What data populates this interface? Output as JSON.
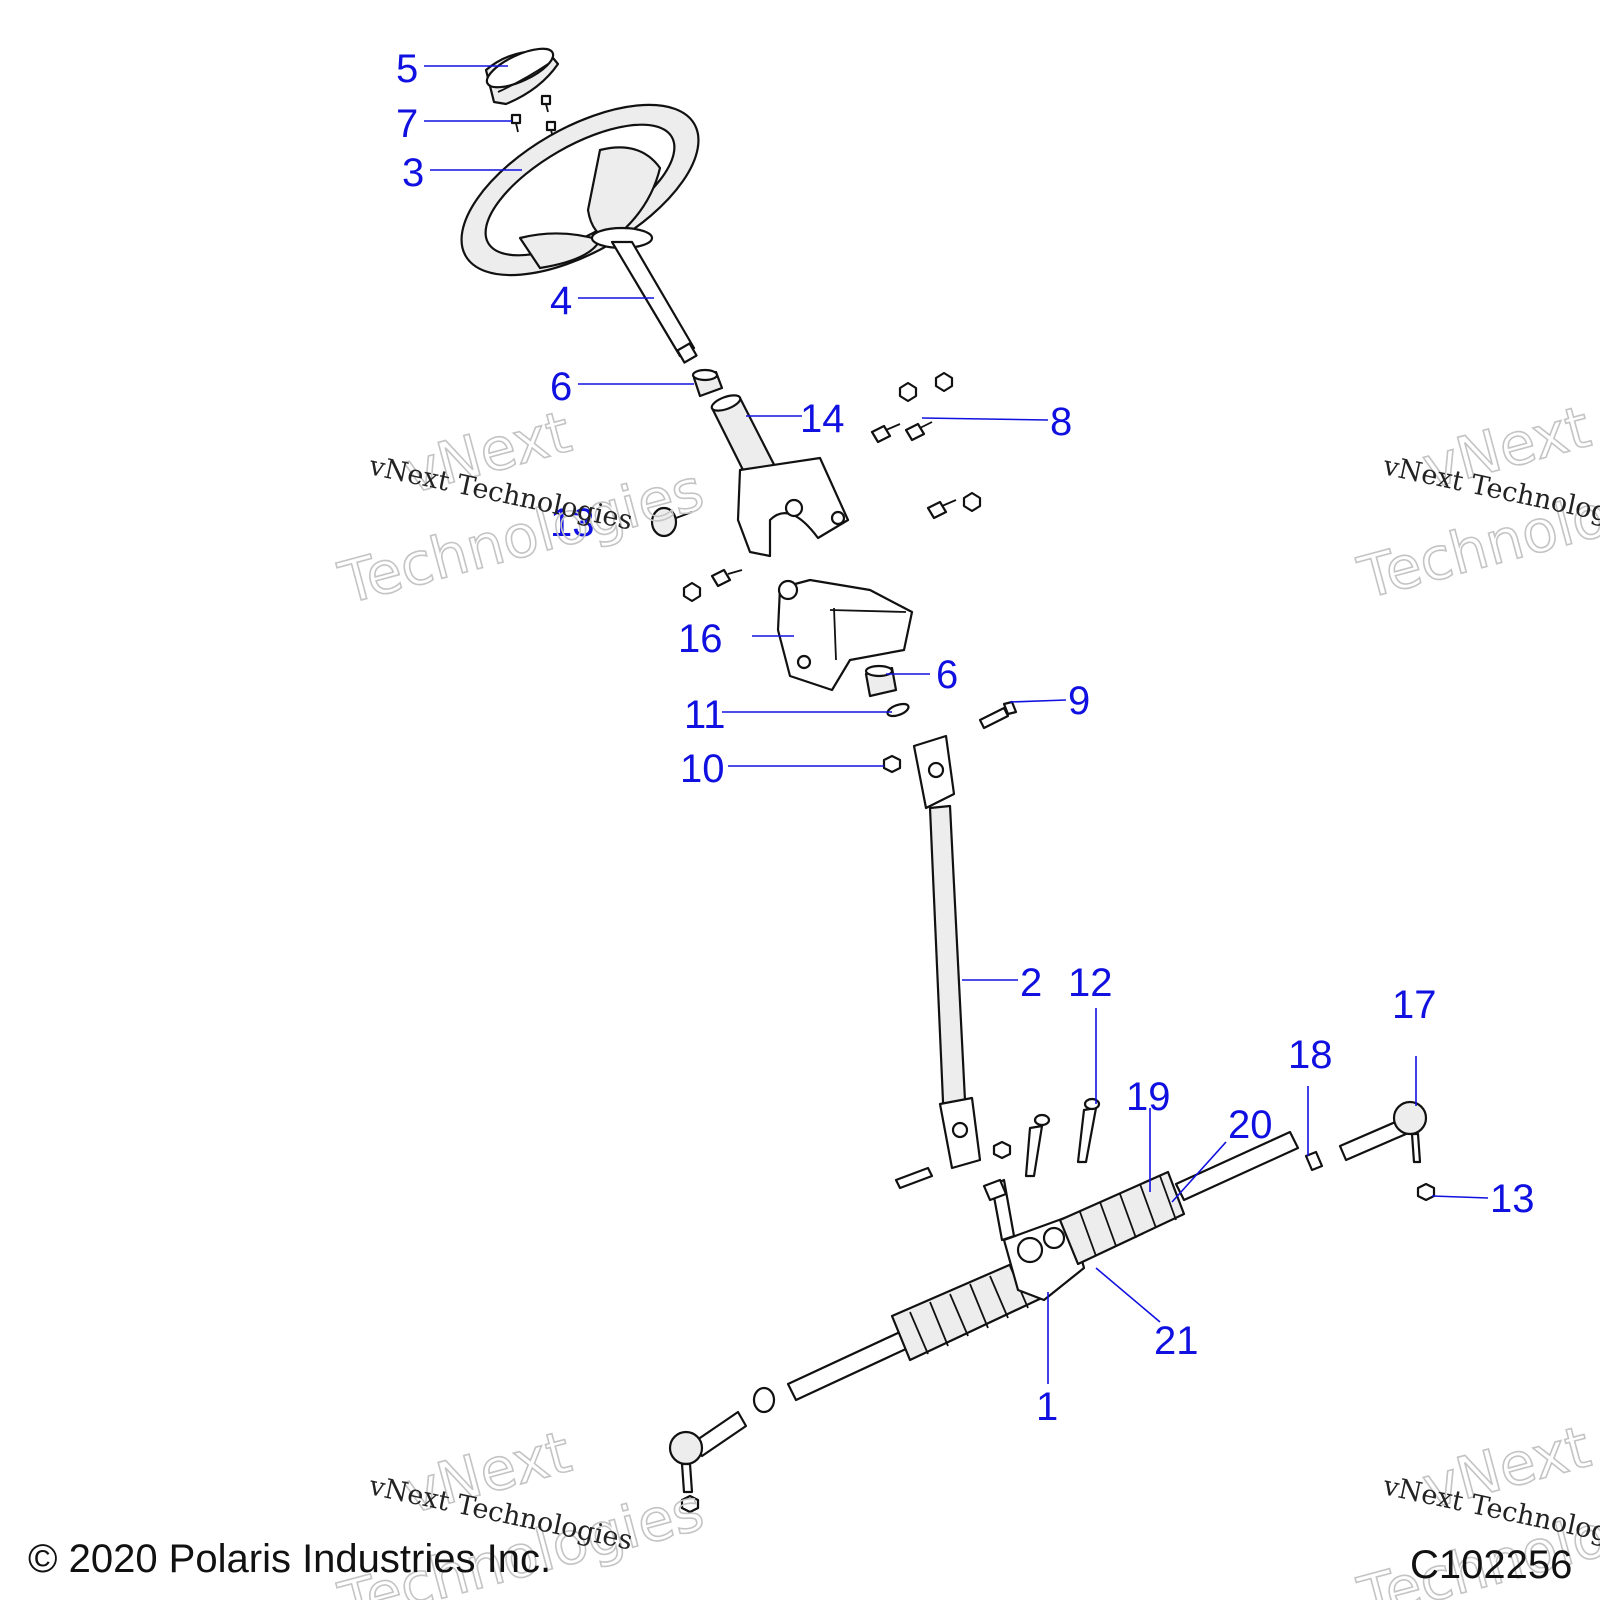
{
  "diagram": {
    "copyright": "© 2020 Polaris Industries Inc.",
    "figure_id": "C102256",
    "watermark_big_line1": "vNext",
    "watermark_big_line2": "Technologies",
    "watermark_small": "vNext Technologies",
    "callouts": {
      "c1": "1",
      "c2": "2",
      "c3": "3",
      "c4": "4",
      "c5": "5",
      "c6a": "6",
      "c6b": "6",
      "c7": "7",
      "c8": "8",
      "c9": "9",
      "c10": "10",
      "c11": "11",
      "c12": "12",
      "c13a": "13",
      "c13b": "13",
      "c14": "14",
      "c16": "16",
      "c17": "17",
      "c18": "18",
      "c19": "19",
      "c20": "20",
      "c21": "21"
    }
  }
}
